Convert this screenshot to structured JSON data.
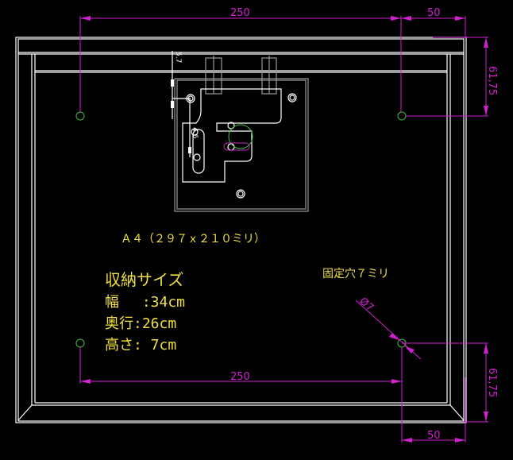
{
  "dimensions": {
    "top_span": "250",
    "top_offset": "50",
    "right_top_offset": "61,75",
    "bottom_span": "250",
    "bottom_offset": "50",
    "right_bottom_offset": "61,75",
    "hole_diameter": "Ø7",
    "mech_dim_1": "5.7",
    "mech_dim_2": "4.6"
  },
  "notes": {
    "paper_size": "Ａ４（２９７ｘ２１０ミリ）",
    "fixing_hole": "固定穴７ミリ",
    "storage_title": "収納サイズ",
    "width_line": "幅　 :34cm",
    "depth_line": "奥行:26cm",
    "height_line": "高さ: 7cm"
  },
  "colors": {
    "dimension": "#d020d0",
    "text": "#f0e040",
    "hole": "#3fbf3f",
    "geometry": "#ffffff"
  }
}
